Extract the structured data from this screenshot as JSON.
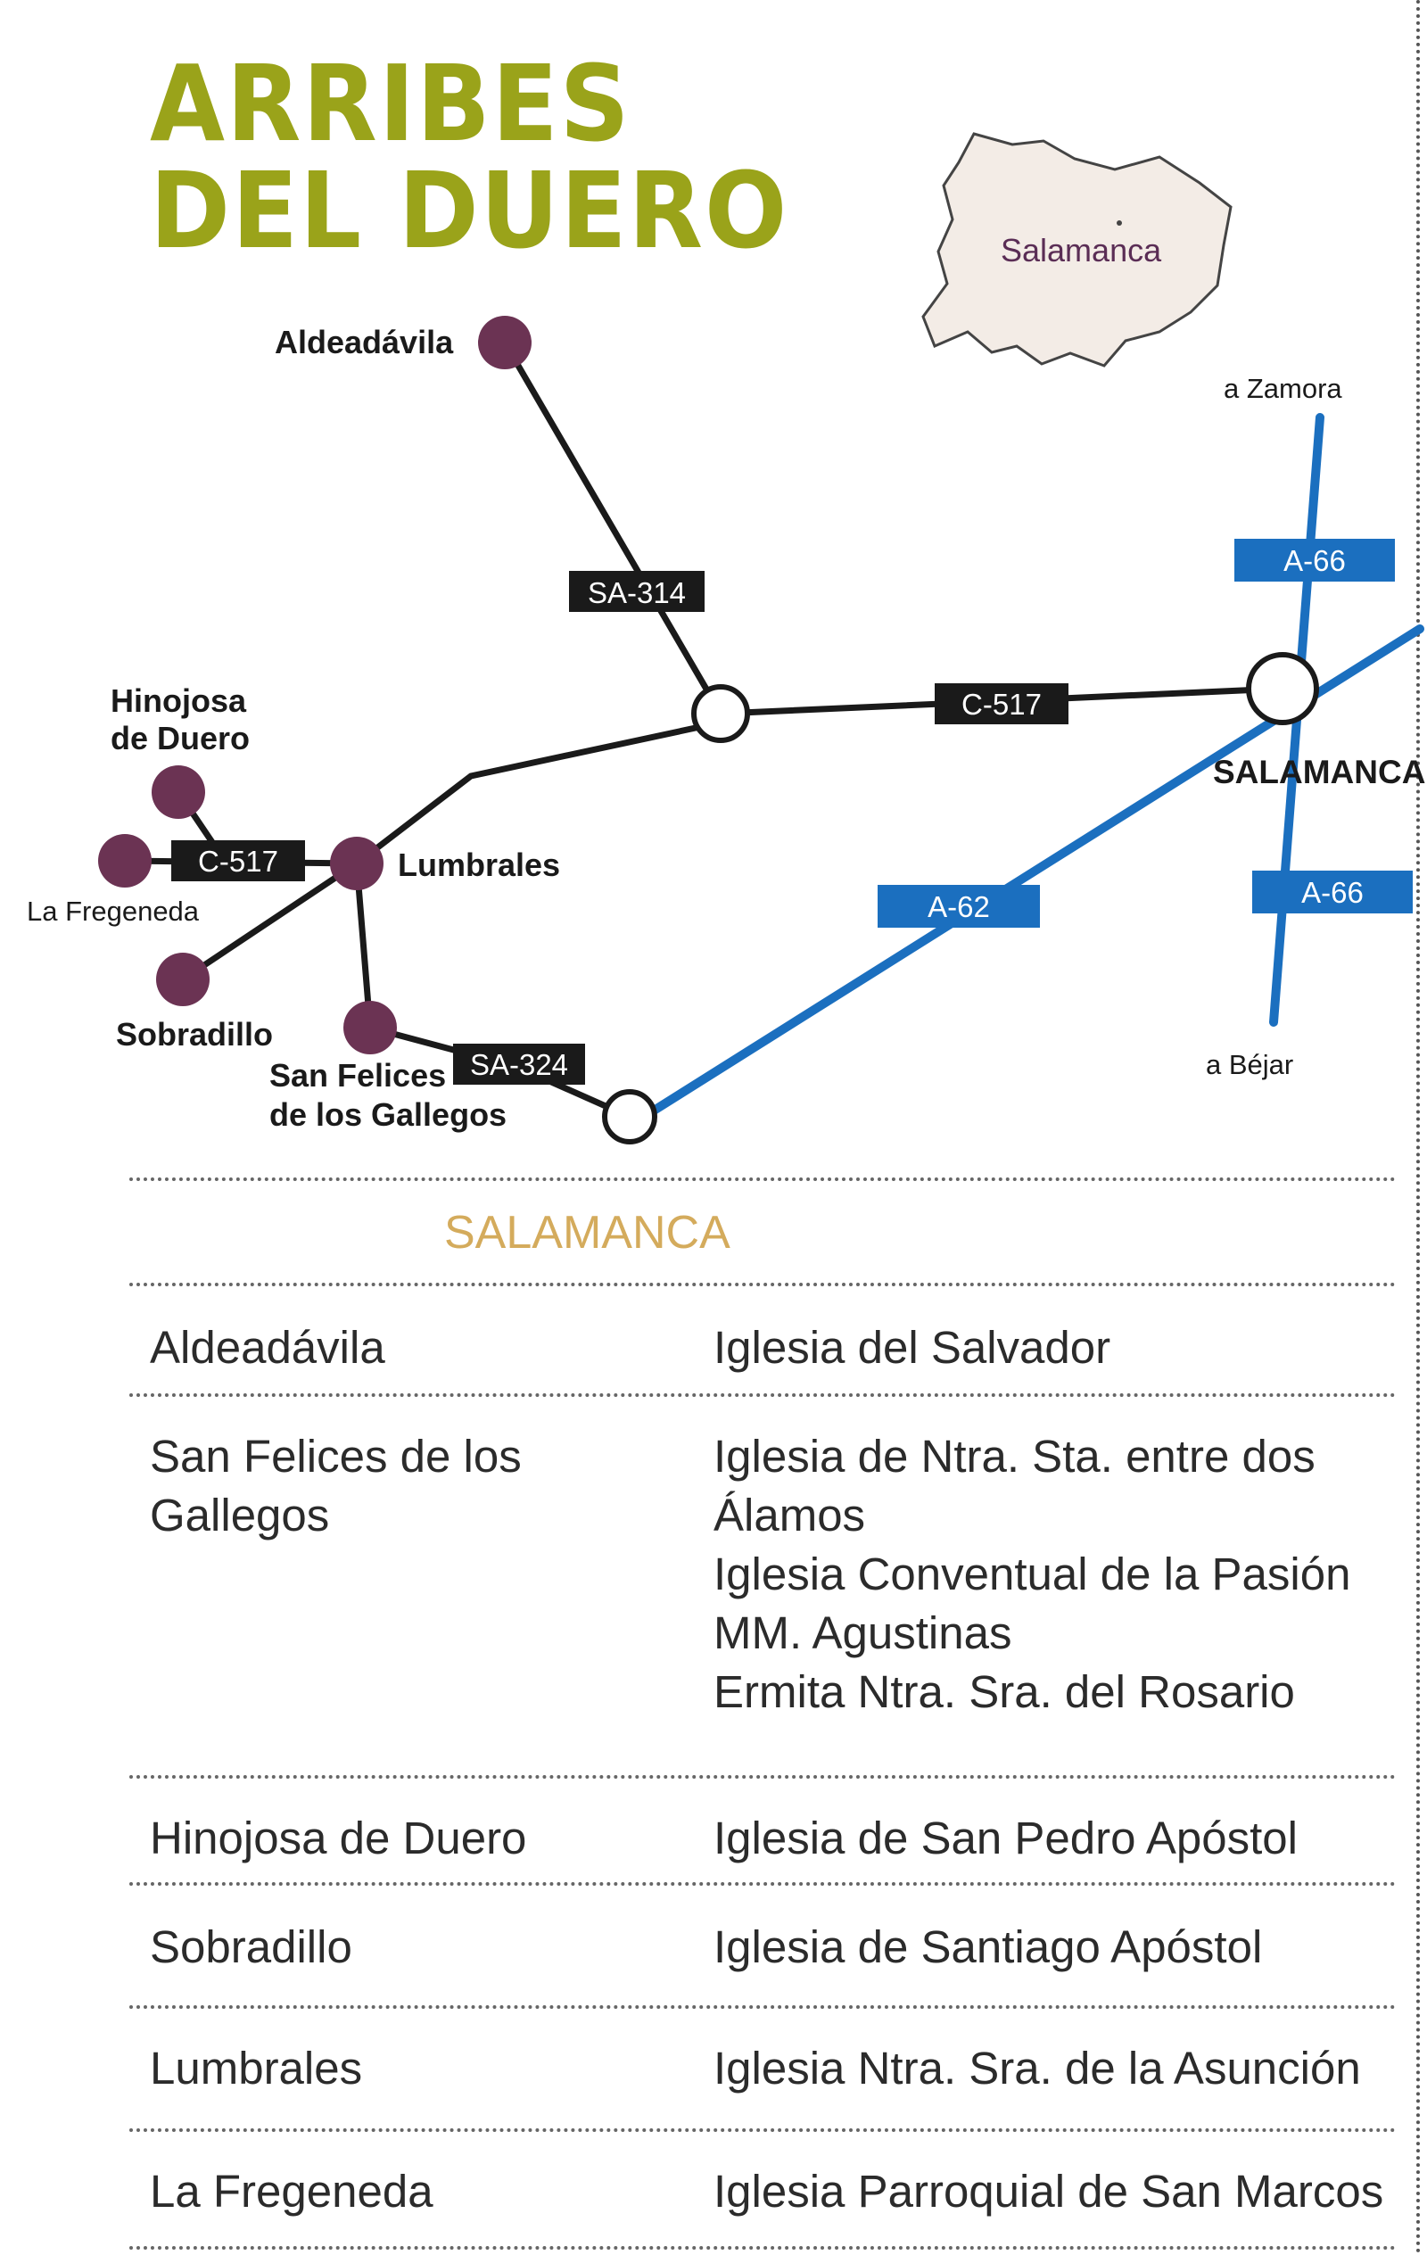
{
  "title": {
    "line1": "ARRIBES",
    "line2": "DEL DUERO"
  },
  "colors": {
    "title": "#9aa31a",
    "town_marker": "#6b3353",
    "main_road": "#1a1a1a",
    "highway": "#1b6fbf",
    "inset_fill": "#f3ece6",
    "section_heading": "#d4ab5c"
  },
  "map": {
    "inset_label": "Salamanca",
    "towns": {
      "aldeadavila": "Aldeadávila",
      "hinojosa_l1": "Hinojosa",
      "hinojosa_l2": "de Duero",
      "fregeneda": "La Fregeneda",
      "lumbrales": "Lumbrales",
      "sobradillo": "Sobradillo",
      "sanfelices_l1": "San Felices",
      "sanfelices_l2": "de los Gallegos"
    },
    "city": "SALAMANCA",
    "directions": {
      "north": "a Zamora",
      "south": "a Béjar"
    },
    "roads": {
      "sa314": "SA-314",
      "c517_east": "C-517",
      "c517_west": "C-517",
      "sa324": "SA-324",
      "a62": "A-62",
      "a66_north": "A-66",
      "a66_south": "A-66"
    }
  },
  "section_heading": "SALAMANCA",
  "table": [
    {
      "town": "Aldeadávila",
      "sites": [
        "Iglesia del Salvador"
      ]
    },
    {
      "town": "San Felices de los Gallegos",
      "sites": [
        "Iglesia de Ntra. Sta. entre dos Álamos",
        "Iglesia Conventual de la Pasión MM. Agustinas",
        "Ermita Ntra. Sra. del Rosario"
      ]
    },
    {
      "town": "Hinojosa de Duero",
      "sites": [
        "Iglesia de San Pedro Apóstol"
      ]
    },
    {
      "town": "Sobradillo",
      "sites": [
        "Iglesia de Santiago Apóstol"
      ]
    },
    {
      "town": "Lumbrales",
      "sites": [
        "Iglesia Ntra. Sra. de la Asunción"
      ]
    },
    {
      "town": "La Fregeneda",
      "sites": [
        "Iglesia Parroquial de San Marcos"
      ]
    }
  ]
}
